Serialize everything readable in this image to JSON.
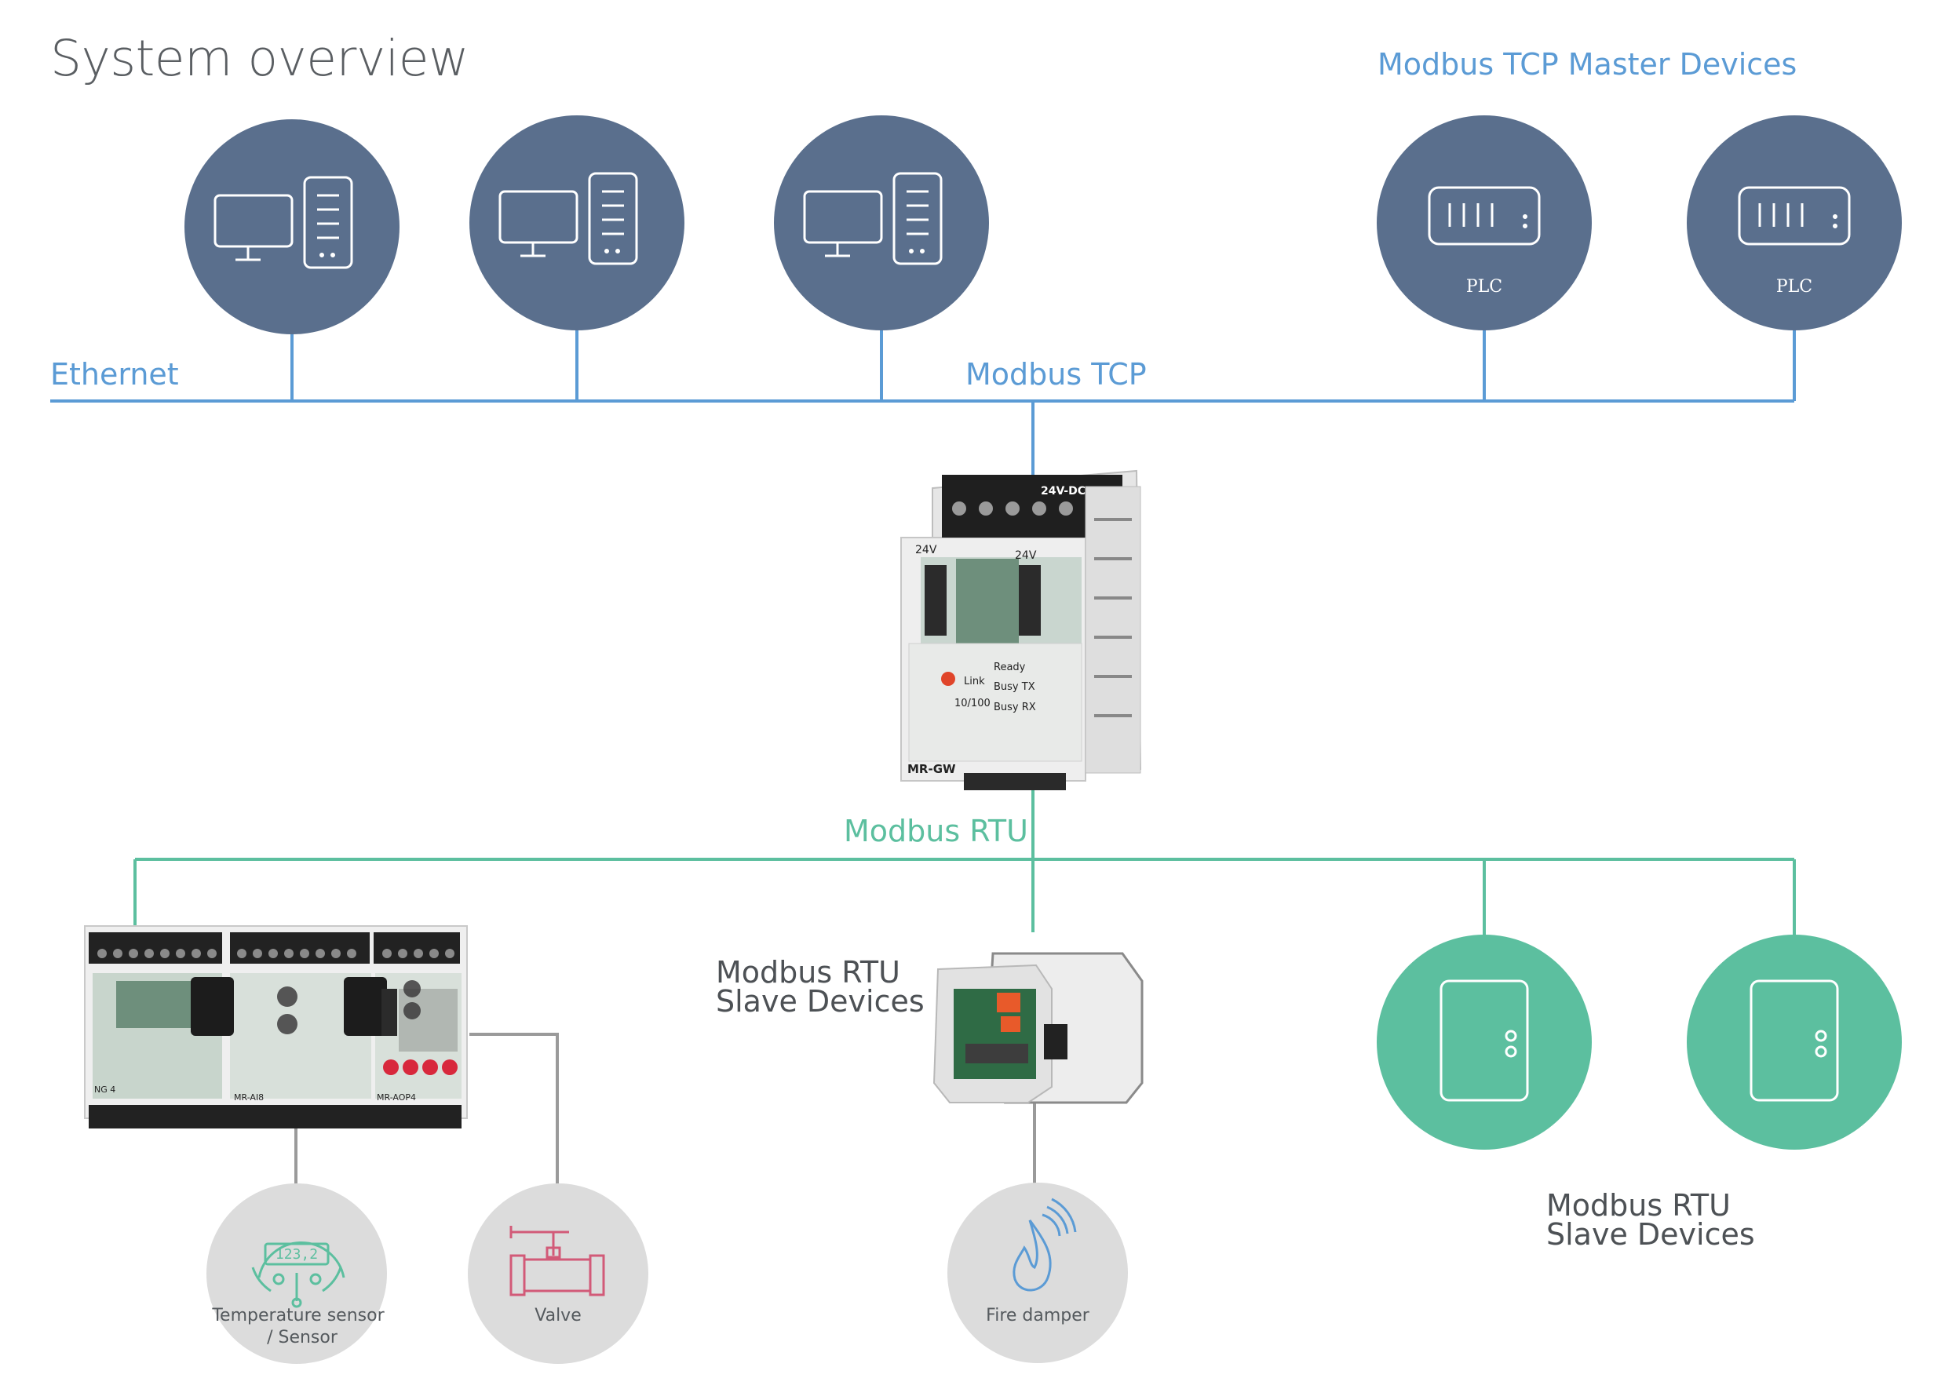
{
  "title": "System overview",
  "labels": {
    "tcp_masters": "Modbus TCP Master Devices",
    "ethernet": "Ethernet",
    "modbus_tcp": "Modbus TCP",
    "modbus_rtu": "Modbus RTU",
    "rtu_slaves_middle_1": "Modbus RTU",
    "rtu_slaves_middle_2": "Slave Devices",
    "rtu_slaves_right_1": "Modbus RTU",
    "rtu_slaves_right_2": "Slave Devices"
  },
  "masters": [
    {
      "kind": "pc",
      "icon": "pc-tower-icon"
    },
    {
      "kind": "pc",
      "icon": "pc-tower-icon"
    },
    {
      "kind": "pc",
      "icon": "pc-tower-icon"
    },
    {
      "kind": "plc",
      "icon": "plc-icon",
      "label": "PLC"
    },
    {
      "kind": "plc",
      "icon": "plc-icon",
      "label": "PLC"
    }
  ],
  "gateway": {
    "terminal_text": "24V-DC",
    "left_label": "24V",
    "right_label": "24V",
    "leds": [
      "Ready",
      "Link",
      "Busy TX",
      "10/100",
      "Busy RX"
    ],
    "model": "MR-GW"
  },
  "modules": {
    "module1": "NG 4",
    "module2": "MR-AI8",
    "module3": "MR-AOP4"
  },
  "sensors": [
    {
      "name": "Temperature sensor",
      "name2": "/ Sensor",
      "icon": "thermometer-display-icon",
      "display": "123,2"
    },
    {
      "name": "Valve",
      "icon": "valve-icon"
    },
    {
      "name": "Fire damper",
      "icon": "flame-icon"
    }
  ],
  "slaves": [
    {
      "icon": "slave-device-icon"
    },
    {
      "icon": "slave-device-icon"
    }
  ],
  "colors": {
    "master_circle": "#5a6f8d",
    "tcp_line": "#5b9bd5",
    "rtu_line": "#5cbf9f",
    "slave_circle": "#5cbf9f",
    "sensor_circle": "#dcdcdc",
    "sensor_line": "#9a9a9a"
  }
}
